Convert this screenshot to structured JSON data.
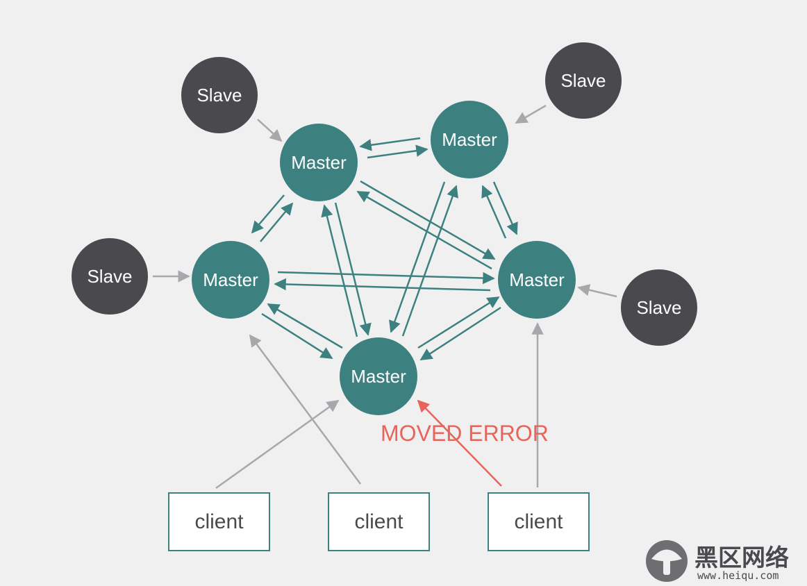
{
  "colors": {
    "background": "#f0f0f0",
    "master": "#3d8080",
    "slave": "#4a494e",
    "master_arrow": "#3d8080",
    "slave_arrow": "#a8a8ac",
    "client_arrow": "#a8a8ac",
    "error_arrow": "#e8645a",
    "client_border": "#3d8080",
    "client_text": "#4a4a4e"
  },
  "nodes": {
    "master_top_left": "Master",
    "master_top_right": "Master",
    "master_left": "Master",
    "master_right": "Master",
    "master_bottom": "Master",
    "slave_top_left": "Slave",
    "slave_top_right": "Slave",
    "slave_left": "Slave",
    "slave_right": "Slave"
  },
  "clients": {
    "client_left": "client",
    "client_middle": "client",
    "client_right": "client"
  },
  "annotation": {
    "moved_error": "MOVED ERROR"
  },
  "watermark": {
    "brand": "黑区网络",
    "url": "www.heiqu.com",
    "icon": "mushroom-logo-icon"
  }
}
